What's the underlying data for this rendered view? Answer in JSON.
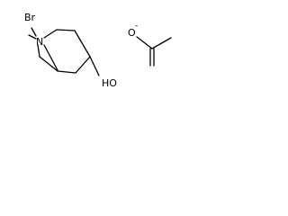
{
  "structure": {
    "molecule_1": {
      "labels": {
        "bromine": "Br",
        "nitrogen": "N",
        "hydroxyl": "HO"
      }
    },
    "molecule_2": {
      "labels": {
        "oxygen_anion": "O",
        "charge": "-"
      }
    }
  },
  "colors": {
    "bond": "#000000",
    "text": "#000000",
    "background": "#ffffff"
  }
}
